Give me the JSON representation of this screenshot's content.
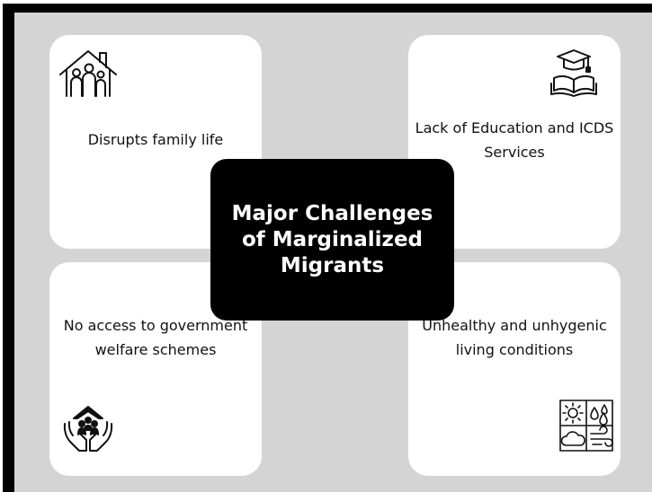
{
  "center": {
    "title": "Major Challenges of Marginalized Migrants"
  },
  "cards": {
    "family": {
      "label": "Disrupts family life",
      "icon": "family-house-icon"
    },
    "education": {
      "label": "Lack of Education and ICDS Services",
      "icon": "education-book-icon"
    },
    "welfare": {
      "label": "No access to government welfare schemes",
      "icon": "welfare-hands-icon"
    },
    "living": {
      "label": "Unhealthy and unhygenic living conditions",
      "icon": "weather-conditions-icon"
    }
  },
  "colors": {
    "frame": "#000000",
    "background": "#d4d4d4",
    "card": "#ffffff",
    "center_box": "#000000",
    "center_text": "#ffffff",
    "label_text": "#111111"
  }
}
